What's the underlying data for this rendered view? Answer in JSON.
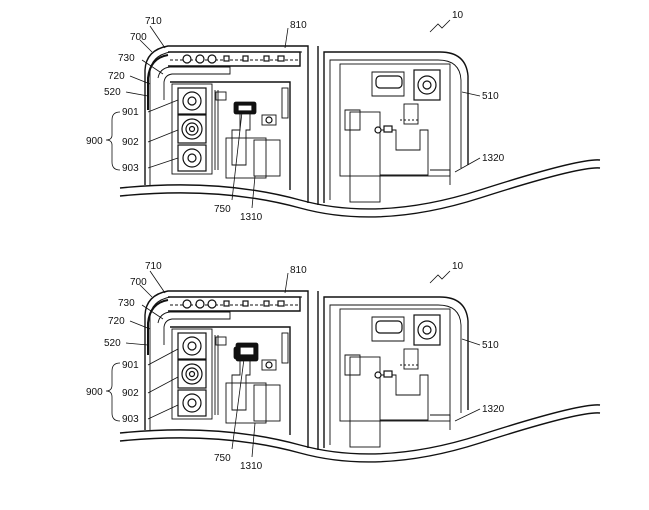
{
  "figure_a": {
    "ref_device": "10",
    "labels": {
      "l710": "710",
      "l700": "700",
      "l730": "730",
      "l720": "720",
      "l520": "520",
      "l901": "901",
      "l902": "902",
      "l903": "903",
      "l900": "900",
      "l810": "810",
      "l510": "510",
      "l1320": "1320",
      "l750": "750",
      "l1310": "1310"
    }
  },
  "figure_b": {
    "ref_device": "10",
    "labels": {
      "l710": "710",
      "l700": "700",
      "l730": "730",
      "l720": "720",
      "l520": "520",
      "l901": "901",
      "l902": "902",
      "l903": "903",
      "l900": "900",
      "l810": "810",
      "l510": "510",
      "l1320": "1320",
      "l750": "750",
      "l1310": "1310"
    }
  }
}
